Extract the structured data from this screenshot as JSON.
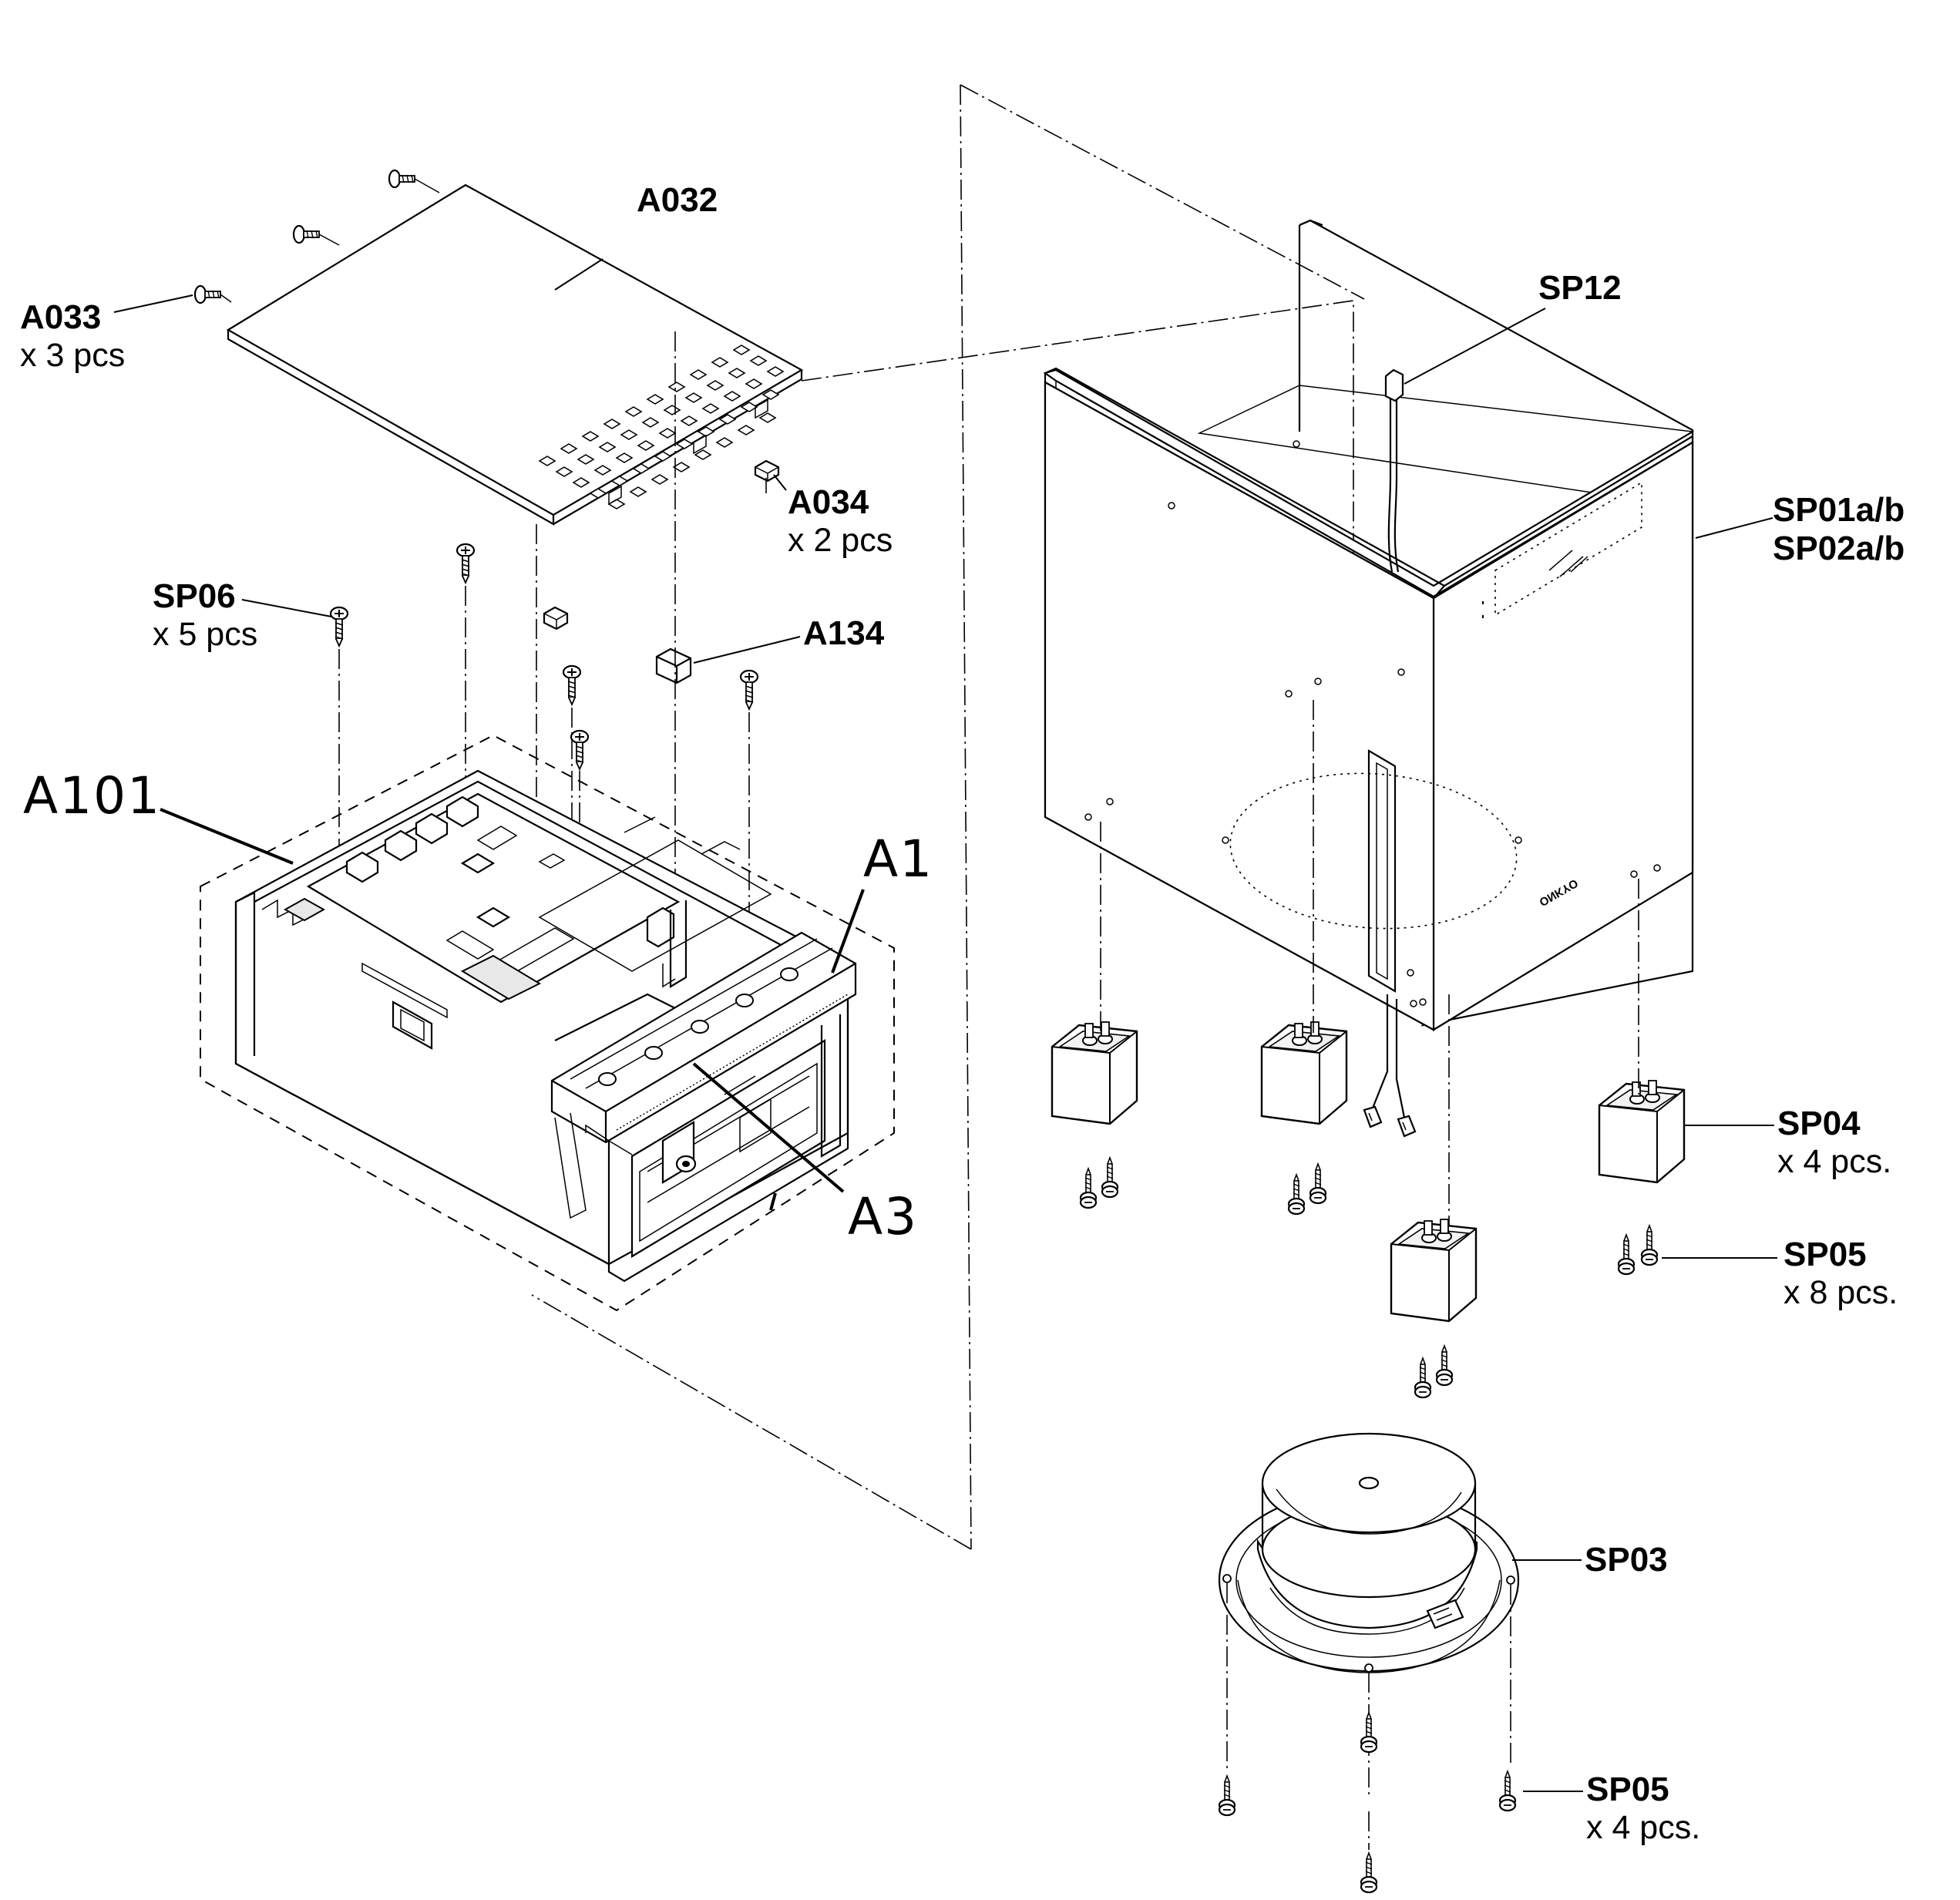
{
  "callouts": {
    "a032": {
      "code": "A032"
    },
    "a033": {
      "code": "A033",
      "qty": "x 3 pcs"
    },
    "a034": {
      "code": "A034",
      "qty": "x 2 pcs"
    },
    "sp06": {
      "code": "SP06",
      "qty": "x 5 pcs"
    },
    "a134": {
      "code": "A134"
    },
    "a101": {
      "code": "A101"
    },
    "a1": {
      "code": "A1"
    },
    "a3": {
      "code": "A3"
    },
    "sp12": {
      "code": "SP12"
    },
    "sp01": {
      "code": "SP01a/b",
      "code2": "SP02a/b"
    },
    "sp04": {
      "code": "SP04",
      "qty": "x 4 pcs."
    },
    "sp05_feet": {
      "code": "SP05",
      "qty": "x 8 pcs."
    },
    "sp03": {
      "code": "SP03"
    },
    "sp05_woofer": {
      "code": "SP05",
      "qty": "x 4 pcs."
    }
  },
  "logo": {
    "text": "ONKYO"
  },
  "icons": [
    "screw-icon",
    "foot-icon",
    "woofer-icon",
    "connector-icon"
  ]
}
